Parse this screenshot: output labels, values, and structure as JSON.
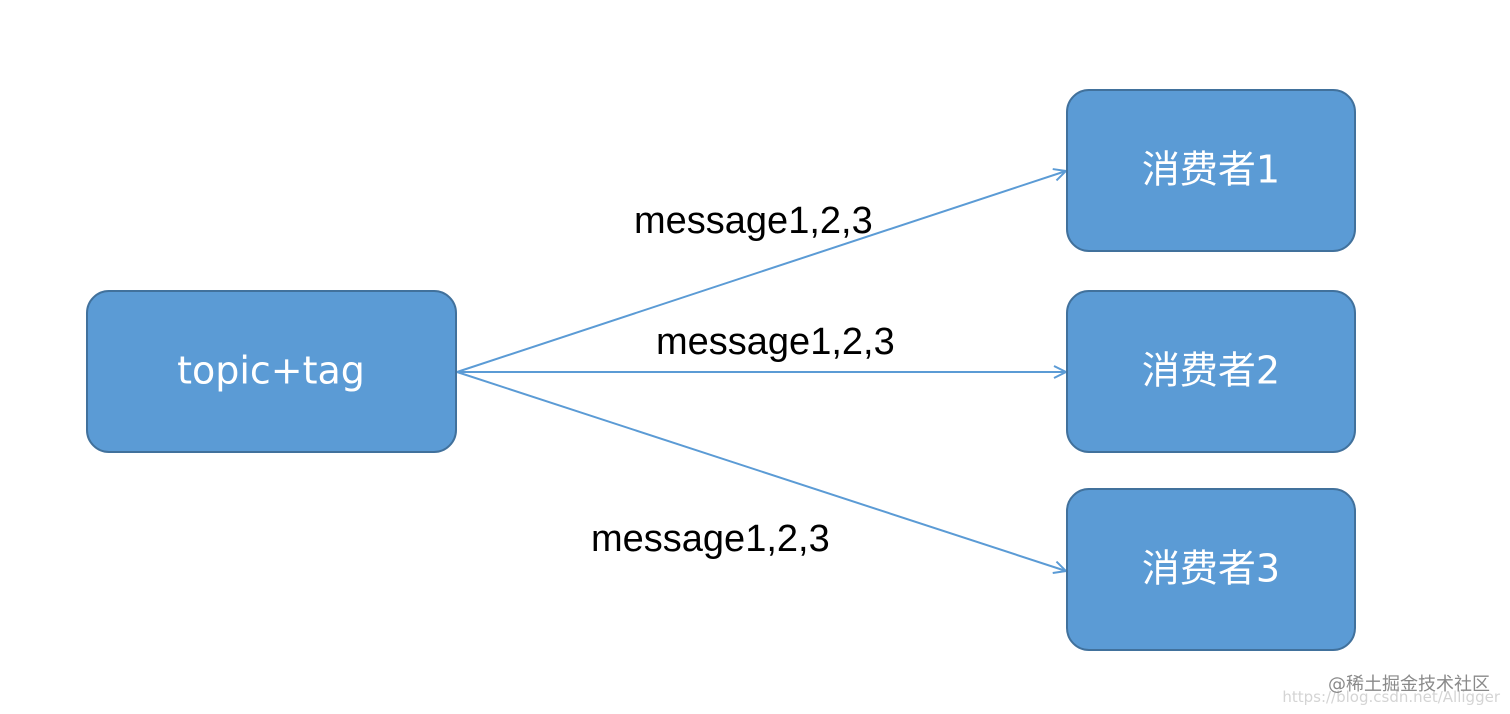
{
  "source_node": {
    "label": "topic+tag"
  },
  "consumers": [
    {
      "label": "消费者1"
    },
    {
      "label": "消费者2"
    },
    {
      "label": "消费者3"
    }
  ],
  "edges": [
    {
      "from": "topic+tag",
      "to": "消费者1",
      "label": "message1,2,3"
    },
    {
      "from": "topic+tag",
      "to": "消费者2",
      "label": "message1,2,3"
    },
    {
      "from": "topic+tag",
      "to": "消费者3",
      "label": "message1,2,3"
    }
  ],
  "watermark": {
    "url_text": "https://blog.csdn.net/Alligger",
    "brand_text": "@稀土掘金技术社区"
  },
  "colors": {
    "node_fill": "#5b9bd5",
    "node_stroke": "#41719c",
    "edge": "#5b9bd5",
    "node_text": "#ffffff",
    "edge_text": "#000000"
  }
}
